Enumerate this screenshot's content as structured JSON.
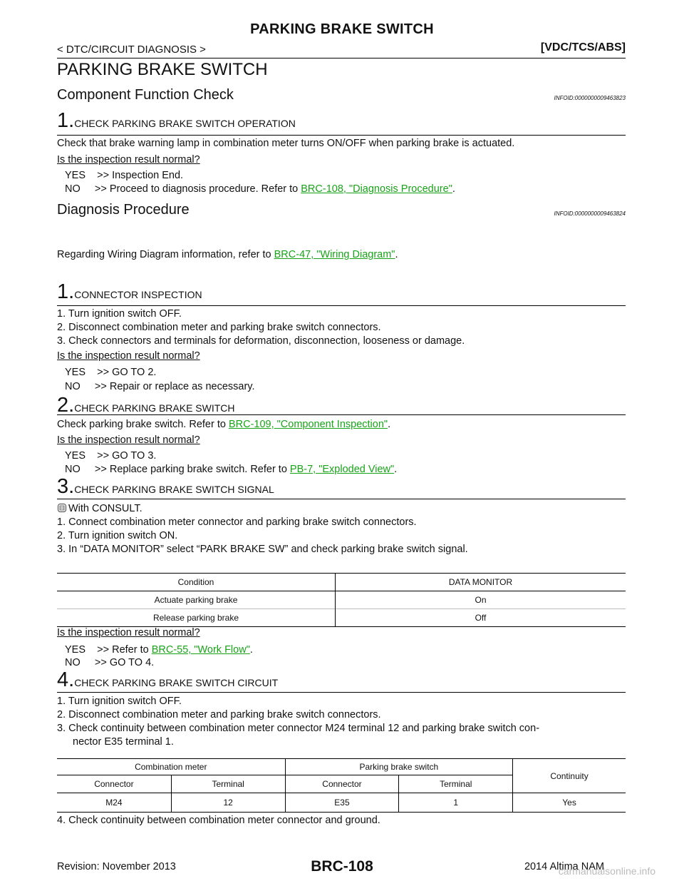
{
  "header": {
    "title": "PARKING BRAKE SWITCH",
    "left": "< DTC/CIRCUIT DIAGNOSIS >",
    "right": "[VDC/TCS/ABS]"
  },
  "page_title": "PARKING BRAKE SWITCH",
  "cfc": {
    "heading": "Component Function Check",
    "infoid": "INFOID:0000000009463823",
    "step1": {
      "num": "1.",
      "title": "CHECK PARKING BRAKE SWITCH OPERATION",
      "text": "Check that brake warning lamp in combination meter turns ON/OFF when parking brake is actuated.",
      "question": "Is the inspection result normal?",
      "yes": "YES    >> Inspection End.",
      "no_prefix": "NO     >> Proceed to diagnosis procedure. Refer to ",
      "no_link": "BRC-108, \"Diagnosis Procedure\"",
      "no_suffix": "."
    }
  },
  "dp": {
    "heading": "Diagnosis Procedure",
    "infoid": "INFOID:0000000009463824",
    "intro_prefix": "Regarding Wiring Diagram information, refer to ",
    "intro_link": "BRC-47, \"Wiring Diagram\"",
    "intro_suffix": ".",
    "s1": {
      "num": "1.",
      "title": "CONNECTOR INSPECTION",
      "items": [
        "1.  Turn ignition switch OFF.",
        "2.  Disconnect combination meter and parking brake switch connectors.",
        "3.  Check connectors and terminals for deformation, disconnection, looseness or damage."
      ],
      "question": "Is the inspection result normal?",
      "yes": "YES    >> GO TO 2.",
      "no": "NO     >> Repair or replace as necessary."
    },
    "s2": {
      "num": "2.",
      "title": "CHECK PARKING BRAKE SWITCH",
      "text_prefix": "Check parking brake switch. Refer to ",
      "text_link": "BRC-109, \"Component Inspection\"",
      "text_suffix": ".",
      "question": "Is the inspection result normal?",
      "yes": "YES    >> GO TO 3.",
      "no_prefix": "NO     >> Replace parking brake switch. Refer to ",
      "no_link": "PB-7, \"Exploded View\"",
      "no_suffix": "."
    },
    "s3": {
      "num": "3.",
      "title": "CHECK PARKING BRAKE SWITCH SIGNAL",
      "with": "With CONSULT.",
      "items": [
        "1.  Connect combination meter connector and parking brake switch connectors.",
        "2.  Turn ignition switch ON.",
        "3.  In “DATA MONITOR” select “PARK BRAKE SW” and check parking brake switch signal."
      ],
      "table": {
        "headers": [
          "Condition",
          "DATA MONITOR"
        ],
        "rows": [
          [
            "Actuate parking brake",
            "On"
          ],
          [
            "Release parking brake",
            "Off"
          ]
        ]
      },
      "question": "Is the inspection result normal?",
      "yes_prefix": "YES    >> Refer to ",
      "yes_link": "BRC-55, \"Work Flow\"",
      "yes_suffix": ".",
      "no": "NO     >> GO TO 4."
    },
    "s4": {
      "num": "4.",
      "title": "CHECK PARKING BRAKE SWITCH CIRCUIT",
      "items": [
        "1.  Turn ignition switch OFF.",
        "2.  Disconnect combination meter and parking brake switch connectors.",
        "3.  Check continuity between combination meter connector M24 terminal 12 and parking brake switch con-",
        "nector E35 terminal 1."
      ],
      "table": {
        "group1": "Combination meter",
        "group2": "Parking brake switch",
        "group3": "Continuity",
        "sub": [
          "Connector",
          "Terminal",
          "Connector",
          "Terminal"
        ],
        "row": [
          "M24",
          "12",
          "E35",
          "1",
          "Yes"
        ]
      },
      "item4": "4.  Check continuity between combination meter connector and ground."
    }
  },
  "footer": {
    "revision": "Revision: November 2013",
    "page": "BRC-108",
    "model": "2014 Altima NAM",
    "watermark": "carmanualsonline.info"
  }
}
